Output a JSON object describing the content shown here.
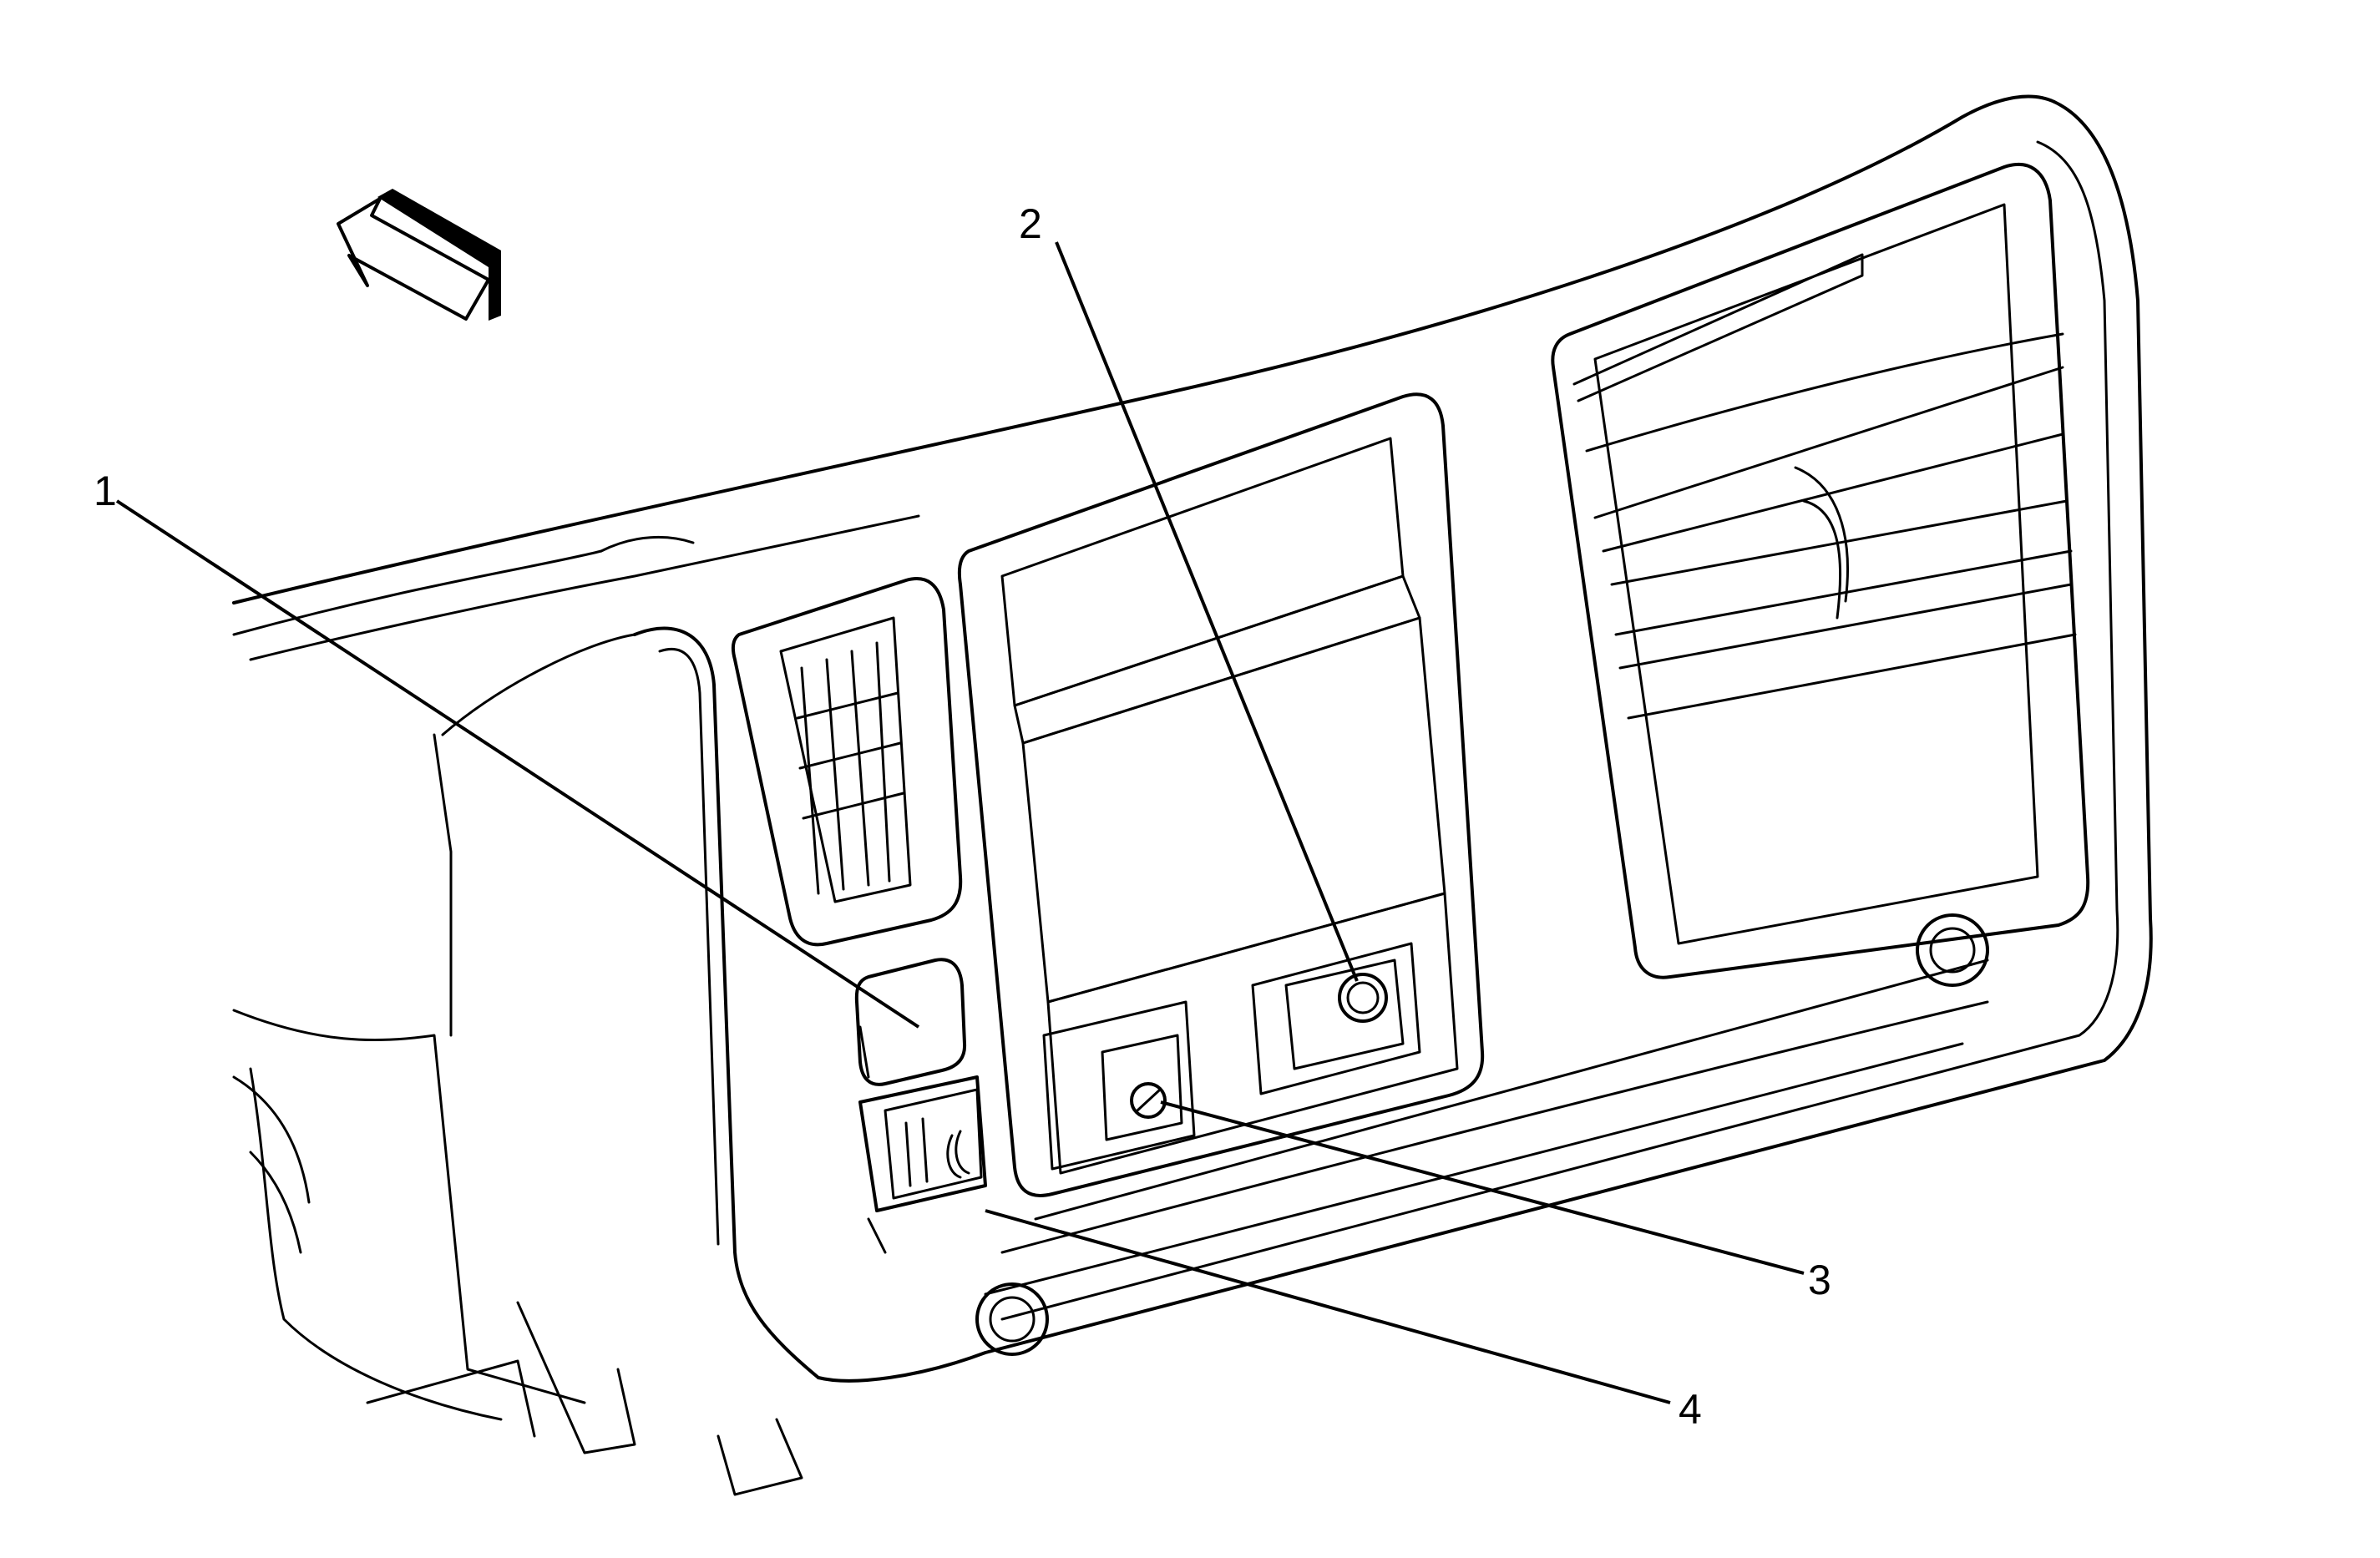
{
  "callouts": [
    {
      "id": "1",
      "label": "1"
    },
    {
      "id": "2",
      "label": "2"
    },
    {
      "id": "3",
      "label": "3"
    },
    {
      "id": "4",
      "label": "4"
    }
  ],
  "orientation_arrow": {
    "icon": "forward-direction-arrow-icon"
  },
  "colors": {
    "line": "#000000",
    "background": "#ffffff"
  }
}
